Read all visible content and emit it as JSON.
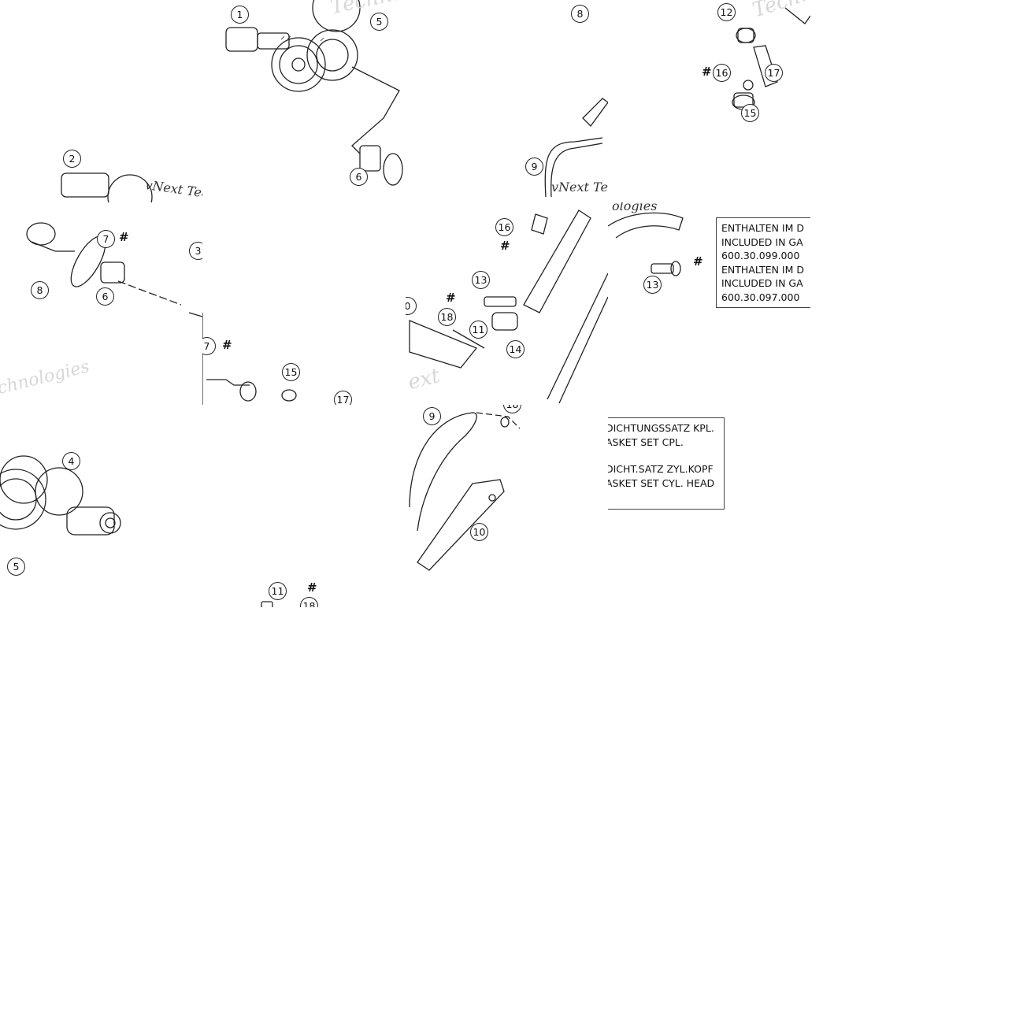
{
  "watermark": {
    "line1": "vNext",
    "line2": "Technologies",
    "tail": "vNext Tec",
    "tail2": "ologies",
    "tail3": "ext",
    "tail4": "chnologies",
    "tail5": "Technolo"
  },
  "callouts": {
    "c1": "1",
    "c2": "2",
    "c3": "3",
    "c4": "4",
    "c5": "5",
    "c5b": "5",
    "c6": "6",
    "c6b": "6",
    "c7": "7",
    "c7b": "7",
    "c8": "8",
    "c8b": "8",
    "c9": "9",
    "c9b": "9",
    "c10": "0",
    "c10b": "10",
    "c11": "11",
    "c11b": "11",
    "c12": "12",
    "c13": "13",
    "c13b": "13",
    "c14": "14",
    "c15": "15",
    "c15b": "15",
    "c16": "16",
    "c16b": "16",
    "c17": "17",
    "c17b": "17",
    "c18": "18",
    "c18b": "18",
    "c18c": "18"
  },
  "hash": "#",
  "info_top": {
    "line1": "ENTHALTEN IM D",
    "line2": "INCLUDED IN GA",
    "line3": "600.30.099.000",
    "line4": "ENTHALTEN IM D",
    "line5": "INCLUDED IN GA",
    "line6": "600.30.097.000"
  },
  "info_bottom": {
    "line1": "DICHTUNGSSATZ KPL.",
    "line2": "ASKET SET CPL.",
    "line3": "DICHT.SATZ ZYL.KOPF",
    "line4": "ASKET SET CYL. HEAD"
  },
  "colors": {
    "line": "#222222",
    "watermark": "#d7d7d7",
    "background": "#ffffff"
  }
}
